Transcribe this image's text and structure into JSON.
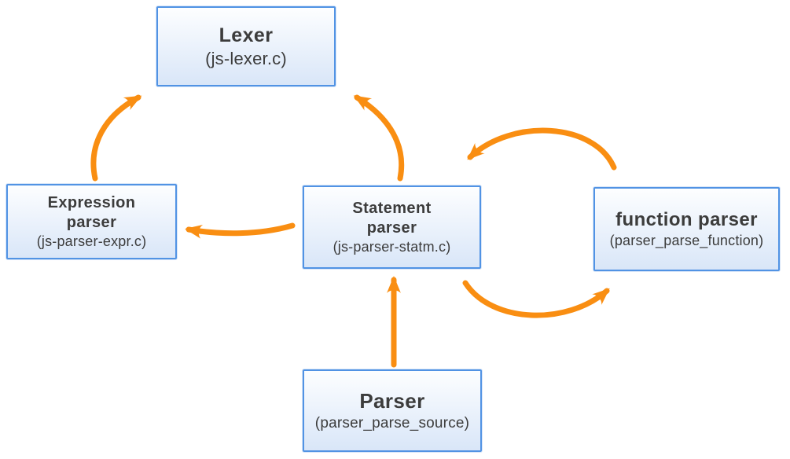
{
  "diagram": {
    "description": "Parser module call diagram"
  },
  "colors": {
    "arrow": "#F98E12",
    "node_border": "#5193E4",
    "node_fill_top": "#FDFEFF",
    "node_fill_bottom": "#D9E6F8",
    "text": "#3C3C3C",
    "background": "#FFFFFF"
  },
  "nodes": {
    "lexer": {
      "title": "Lexer",
      "subtitle": "(js-lexer.c)"
    },
    "expression_parser": {
      "title": "Expression\nparser",
      "subtitle": "(js-parser-expr.c)"
    },
    "statement_parser": {
      "title": "Statement\nparser",
      "subtitle": "(js-parser-statm.c)"
    },
    "function_parser": {
      "title": "function parser",
      "subtitle": "(parser_parse_function)"
    },
    "parser": {
      "title": "Parser",
      "subtitle": "(parser_parse_source)"
    }
  },
  "edges": [
    {
      "from": "expression_parser",
      "to": "lexer"
    },
    {
      "from": "statement_parser",
      "to": "lexer"
    },
    {
      "from": "statement_parser",
      "to": "expression_parser"
    },
    {
      "from": "function_parser",
      "to": "statement_parser"
    },
    {
      "from": "statement_parser",
      "to": "function_parser"
    },
    {
      "from": "parser",
      "to": "statement_parser"
    }
  ]
}
